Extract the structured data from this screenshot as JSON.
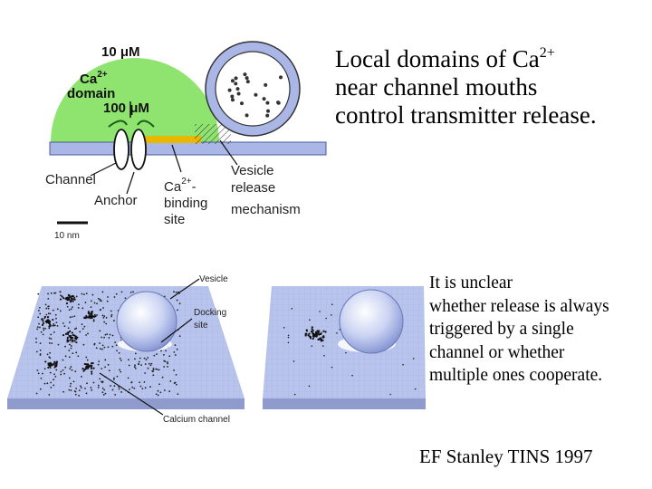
{
  "title": {
    "line1_prefix": "Local domains of Ca",
    "line1_sup": "2+",
    "line2": "near channel mouths",
    "line3": "control transmitter release."
  },
  "note": {
    "lines": [
      "It is unclear",
      "whether release is always",
      "triggered by a single",
      "channel or whether",
      "multiple ones cooperate."
    ]
  },
  "credit": "EF Stanley TINS 1997",
  "top_diagram": {
    "conc_high": "10 μM",
    "domain_line1": "Ca",
    "domain_line1_sup": "2+",
    "domain_line2": "domain",
    "conc_low": "100 μM",
    "channel": "Channel",
    "anchor": "Anchor",
    "binding_line1": "Ca",
    "binding_line1_sup": "2+",
    "binding_line1_suffix": "-",
    "binding_line2": "binding",
    "binding_line3": "site",
    "vesicle_line1": "Vesicle",
    "vesicle_line2": "release",
    "vesicle_line3": "mechanism",
    "scale": "10 nm"
  },
  "bottom_diagram": {
    "vesicle": "Vesicle",
    "docking_line1": "Docking",
    "docking_line2": "site",
    "calcium_channel": "Calcium channel"
  },
  "colors": {
    "domain_green": "#8fe36f",
    "membrane_blue": "#aab6e6",
    "binding_yellow": "#e8b800",
    "plane_blue": "#b8c4ec",
    "vesicle_blue": "#c9d2f2"
  }
}
